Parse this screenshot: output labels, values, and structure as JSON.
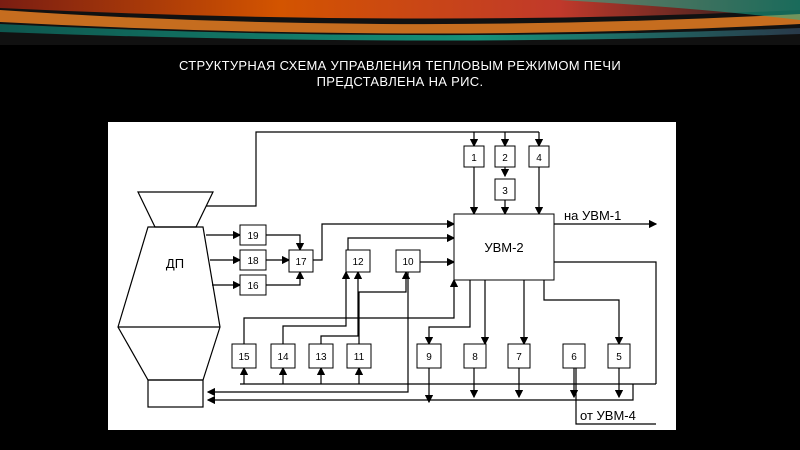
{
  "slide": {
    "title_line1": "СТРУКТУРНАЯ СХЕМА УПРАВЛЕНИЯ ТЕПЛОВЫМ РЕЖИМОМ ПЕЧИ",
    "title_line2": "ПРЕДСТАВЛЕНА НА РИС."
  },
  "diagram": {
    "furnace_label": "ДП",
    "main_unit_label": "УВМ-2",
    "output_label": "на УВМ-1",
    "input_label": "от УВМ-4",
    "blocks": [
      "1",
      "2",
      "3",
      "4",
      "5",
      "6",
      "7",
      "8",
      "9",
      "10",
      "11",
      "12",
      "13",
      "14",
      "15",
      "16",
      "17",
      "18",
      "19"
    ]
  },
  "colors": {
    "background": "#000000",
    "title_text": "#ffffff",
    "diagram_bg": "#ffffff",
    "stripe_red": "#c0392b",
    "stripe_orange": "#e67e22",
    "stripe_teal": "#16a085"
  }
}
